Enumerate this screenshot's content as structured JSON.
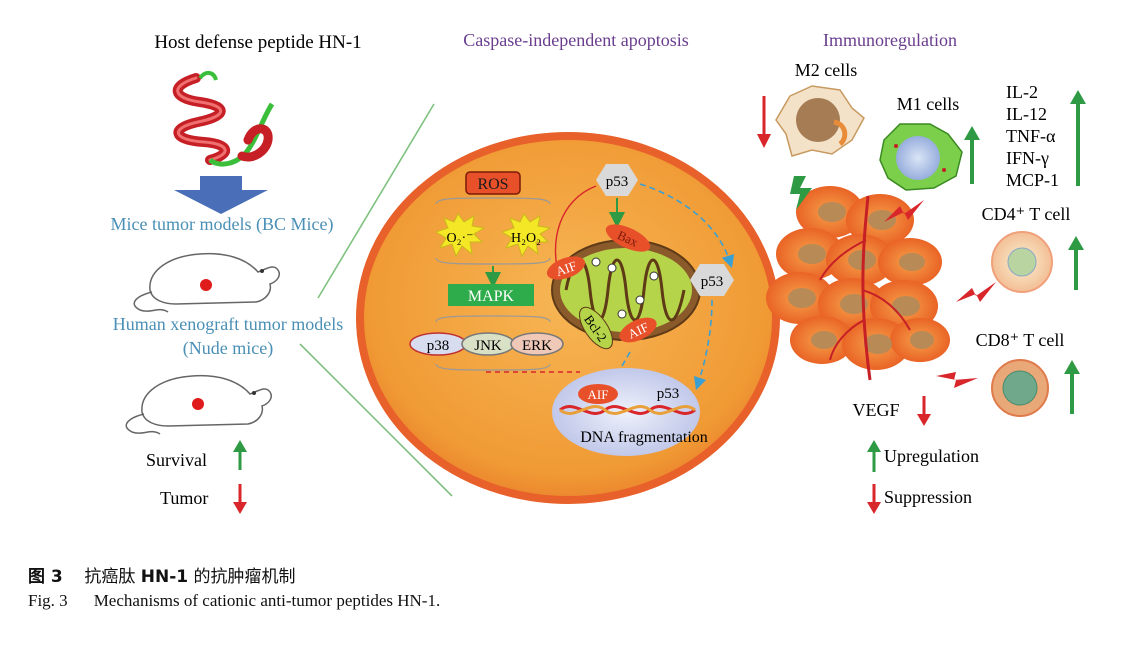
{
  "left": {
    "title": "Host defense peptide HN-1",
    "mice_models": "Mice tumor models (BC Mice)",
    "xeno_line1": "Human xenograft tumor models",
    "xeno_line2": "(Nude mice)",
    "survival": "Survival",
    "tumor": "Tumor"
  },
  "center": {
    "title": "Caspase-independent apoptosis",
    "ros": "ROS",
    "o2": "O₂·⁻",
    "h2o2": "H₂O₂",
    "mapk": "MAPK",
    "p38": "p38",
    "jnk": "JNK",
    "erk": "ERK",
    "p53": "p53",
    "bax": "Bax",
    "aif": "AIF",
    "bcl2": "Bcl-2",
    "dna": "DNA fragmentation"
  },
  "right": {
    "title": "Immunoregulation",
    "m2": "M2 cells",
    "m1": "M1 cells",
    "cytokines": [
      "IL-2",
      "IL-12",
      "TNF-α",
      "IFN-γ",
      "MCP-1"
    ],
    "cd4": "CD4⁺ T cell",
    "cd8": "CD8⁺ T cell",
    "vegf": "VEGF",
    "up": "Upregulation",
    "down": "Suppression"
  },
  "caption": {
    "cn_prefix": "图 3",
    "cn_text_a": "抗癌肽 ",
    "cn_bold": "HN-1",
    "cn_text_b": " 的抗肿瘤机制",
    "en_prefix": "Fig. 3",
    "en_text": "Mechanisms of cationic anti-tumor peptides HN-1."
  },
  "colors": {
    "up_arrow": "#2e9a44",
    "down_arrow": "#d8262b",
    "blue_text": "#4a8fb5",
    "purple_text": "#6a3d8f",
    "cell_fill": "#f0a03a",
    "cell_edge": "#e8652a"
  }
}
